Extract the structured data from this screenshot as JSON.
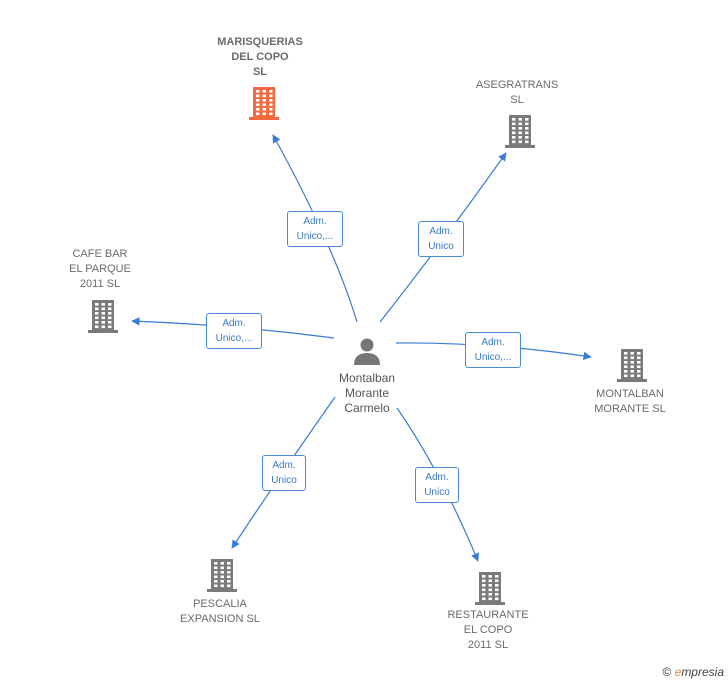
{
  "colors": {
    "edge": "#3a7bd5",
    "building": "#7a7a7a",
    "building_highlight": "#f26a3d",
    "person": "#777777"
  },
  "center": {
    "name": "Montalban\nMorante\nCarmelo",
    "icon": "person-icon"
  },
  "companies": [
    {
      "id": "marisquerias",
      "name": "MARISQUERIAS\nDEL COPO\nSL",
      "highlight": true,
      "role": "Adm.\nUnico,..."
    },
    {
      "id": "asegratrans",
      "name": "ASEGRATRANS\nSL",
      "highlight": false,
      "role": "Adm.\nUnico"
    },
    {
      "id": "cafe-bar",
      "name": "CAFE BAR\nEL PARQUE\n2011 SL",
      "highlight": false,
      "role": "Adm.\nUnico,..."
    },
    {
      "id": "montalban",
      "name": "MONTALBAN\nMORANTE  SL",
      "highlight": false,
      "role": "Adm.\nUnico,..."
    },
    {
      "id": "pescalia",
      "name": "PESCALIA\nEXPANSION  SL",
      "highlight": false,
      "role": "Adm.\nUnico"
    },
    {
      "id": "restaurante",
      "name": "RESTAURANTE\nEL COPO\n2011 SL",
      "highlight": false,
      "role": "Adm.\nUnico"
    }
  ],
  "footer": {
    "copyright": "©",
    "brand_initial": "e",
    "brand_rest": "mpresia"
  }
}
